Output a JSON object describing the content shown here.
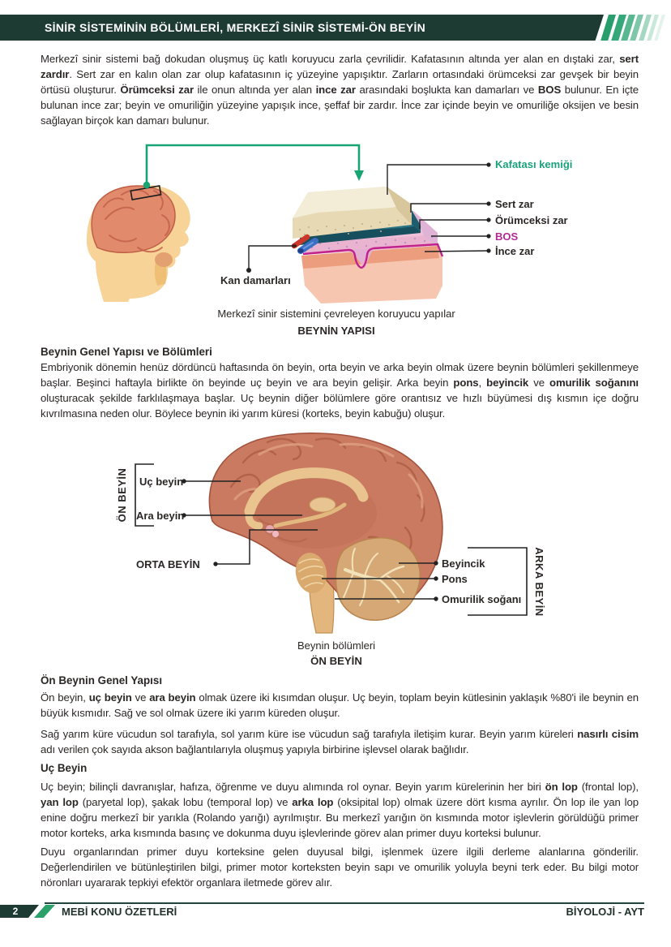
{
  "header": {
    "title": "SİNİR SİSTEMİNİN BÖLÜMLERİ, MERKEZÎ SİNİR SİSTEMİ-ÖN BEYİN"
  },
  "intro": {
    "segments": [
      {
        "t": "Merkezî sinir sistemi bağ dokudan oluşmuş üç katlı koruyucu zarla çevrilidir. Kafatasının altında yer alan en dıştaki zar, ",
        "b": false
      },
      {
        "t": "sert zardır",
        "b": true
      },
      {
        "t": ". Sert zar en kalın olan zar olup kafatasının iç yüzeyine yapışıktır. Zarların ortasındaki örümceksi zar gevşek bir beyin örtüsü oluşturur. ",
        "b": false
      },
      {
        "t": "Örümceksi zar",
        "b": true
      },
      {
        "t": " ile onun altında yer alan ",
        "b": false
      },
      {
        "t": "ince zar",
        "b": true
      },
      {
        "t": " arasındaki boşlukta kan damarları ve ",
        "b": false
      },
      {
        "t": "BOS",
        "b": true
      },
      {
        "t": " bulunur. En içte bulunan ince zar; beyin ve omuriliğin yüzeyine yapışık ince, şeffaf bir zardır. İnce zar içinde beyin ve omuriliğe oksijen ve besin sağlayan birçok kan damarı bulunur.",
        "b": false
      }
    ]
  },
  "figure1": {
    "labels": {
      "kafatasi": "Kafatası kemiği",
      "sert": "Sert zar",
      "orumceksi": "Örümceksi zar",
      "bos": "BOS",
      "ince": "İnce zar",
      "kan": "Kan damarları"
    },
    "caption": "Merkezî sinir sistemini çevreleyen koruyucu yapılar",
    "caption_bold": "BEYNİN YAPISI"
  },
  "h1": "Beynin Genel Yapısı ve Bölümleri",
  "p2": {
    "segments": [
      {
        "t": "Embriyonik dönemin henüz dördüncü haftasında ön beyin, orta beyin ve arka beyin olmak üzere beynin bölümleri şekillenmeye başlar. Beşinci haftayla birlikte ön beyinde uç beyin ve ara beyin gelişir. Arka beyin ",
        "b": false
      },
      {
        "t": "pons",
        "b": true
      },
      {
        "t": ", ",
        "b": false
      },
      {
        "t": "beyincik",
        "b": true
      },
      {
        "t": " ve ",
        "b": false
      },
      {
        "t": "omurilik soğanını",
        "b": true
      },
      {
        "t": " oluşturacak şekilde farklılaşmaya başlar. Uç beynin diğer bölümlere göre orantısız ve hızlı büyümesi dış kısmın içe doğru kıvrılmasına neden olur. Böylece beynin iki yarım küresi (korteks, beyin kabuğu) oluşur.",
        "b": false
      }
    ]
  },
  "figure2": {
    "labels": {
      "on_beyin": "ÖN BEYİN",
      "uc": "Uç beyin",
      "ara": "Ara beyin",
      "orta": "ORTA BEYİN",
      "beyincik": "Beyincik",
      "pons": "Pons",
      "omurilik": "Omurilik soğanı",
      "arka_beyin": "ARKA BEYİN"
    },
    "caption": "Beynin bölümleri",
    "caption_bold": "ÖN BEYİN"
  },
  "h2": "Ön Beynin Genel Yapısı",
  "p3": {
    "segments": [
      {
        "t": "Ön beyin, ",
        "b": false
      },
      {
        "t": "uç beyin",
        "b": true
      },
      {
        "t": " ve ",
        "b": false
      },
      {
        "t": "ara beyin",
        "b": true
      },
      {
        "t": " olmak üzere iki kısımdan oluşur. Uç beyin, toplam beyin kütlesinin yaklaşık %80'i ile beynin en büyük kısmıdır. Sağ ve sol olmak üzere iki yarım küreden oluşur.",
        "b": false
      }
    ]
  },
  "p4": {
    "segments": [
      {
        "t": "Sağ yarım küre vücudun sol tarafıyla, sol yarım küre ise vücudun sağ tarafıyla iletişim kurar. Beyin yarım küreleri ",
        "b": false
      },
      {
        "t": "nasırlı cisim",
        "b": true
      },
      {
        "t": " adı verilen çok sayıda akson bağlantılarıyla oluşmuş yapıyla birbirine işlevsel olarak bağlıdır.",
        "b": false
      }
    ]
  },
  "h3": "Uç Beyin",
  "p5": {
    "segments": [
      {
        "t": "Uç beyin; bilinçli davranışlar, hafıza, öğrenme ve duyu alımında rol oynar. Beyin yarım kürelerinin her biri ",
        "b": false
      },
      {
        "t": "ön lop",
        "b": true
      },
      {
        "t": " (frontal lop), ",
        "b": false
      },
      {
        "t": "yan lop",
        "b": true
      },
      {
        "t": " (paryetal lop), şakak lobu (temporal lop) ve ",
        "b": false
      },
      {
        "t": "arka lop",
        "b": true
      },
      {
        "t": " (oksipital lop) olmak üzere dört kısma ayrılır. Ön lop ile yan lop enine doğru merkezî bir yarıkla (Rolando yarığı) ayrılmıştır. Bu merkezî yarığın ön kısmında motor işlevlerin görüldüğü primer motor korteks, arka kısmında basınç ve dokunma duyu işlevlerinde görev alan primer duyu korteksi bulunur.",
        "b": false
      }
    ]
  },
  "p6": {
    "segments": [
      {
        "t": "Duyu organlarından primer duyu korteksine gelen duyusal bilgi, işlenmek üzere ilgili derleme alanlarına gönderilir. Değerlendirilen ve bütünleştirilen bilgi, primer motor korteksten beyin sapı ve omurilik yoluyla beyni terk eder. Bu bilgi motor nöronları uyararak tepkiyi efektör organlara iletmede görev alır.",
        "b": false
      }
    ]
  },
  "footer": {
    "page_number": "2",
    "left": "MEBİ KONU ÖZETLERİ",
    "right": "BİYOLOJİ - AYT"
  },
  "colors": {
    "header_bar": "#1d3b33",
    "accent_green": "#18a573",
    "label_green": "#1ba17d",
    "label_magenta": "#b12a96"
  }
}
